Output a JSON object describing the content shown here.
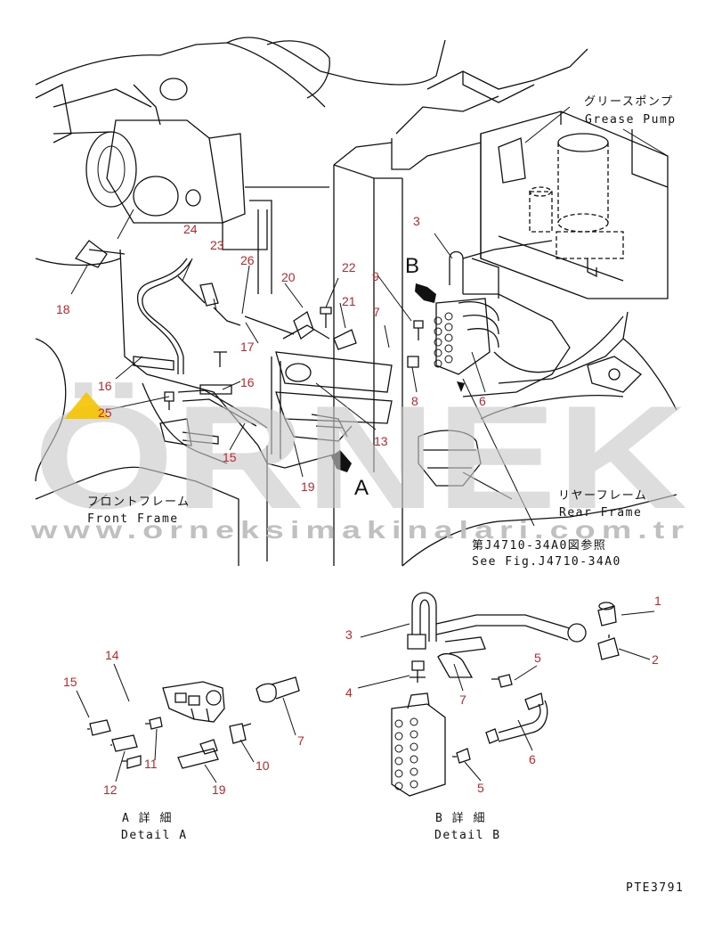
{
  "watermark": {
    "brand": "ÖRNEK",
    "url": "www.orneksimakinalari.com.tr",
    "color": "#c9c9c9",
    "accent": "#f5c400"
  },
  "captions": {
    "grease_pump_jp": "グリースポンプ",
    "grease_pump_en": "Grease Pump",
    "front_frame_jp": "フロントフレーム",
    "front_frame_en": "Front Frame",
    "rear_frame_jp": "リヤーフレーム",
    "rear_frame_en": "Rear Frame",
    "see_fig_jp": "第J4710-34A0図参照",
    "see_fig_en": "See Fig.J4710-34A0",
    "view_a": "A",
    "view_b": "B",
    "detail_a_jp": "A 詳 細",
    "detail_a_en": "Detail A",
    "detail_b_jp": "B 詳 細",
    "detail_b_en": "Detail B",
    "drawing_no": "PTE3791"
  },
  "part_numbers": {
    "main": [
      "24",
      "23",
      "26",
      "20",
      "22",
      "21",
      "9",
      "7",
      "3",
      "18",
      "17",
      "16",
      "16",
      "25",
      "15",
      "19",
      "13",
      "8",
      "6"
    ],
    "detail_a": [
      "14",
      "15",
      "11",
      "12",
      "10",
      "19",
      "7"
    ],
    "detail_b": [
      "1",
      "2",
      "3",
      "4",
      "7",
      "5",
      "6",
      "5"
    ]
  },
  "line_color": "#111111",
  "label_color": "#c0262b"
}
